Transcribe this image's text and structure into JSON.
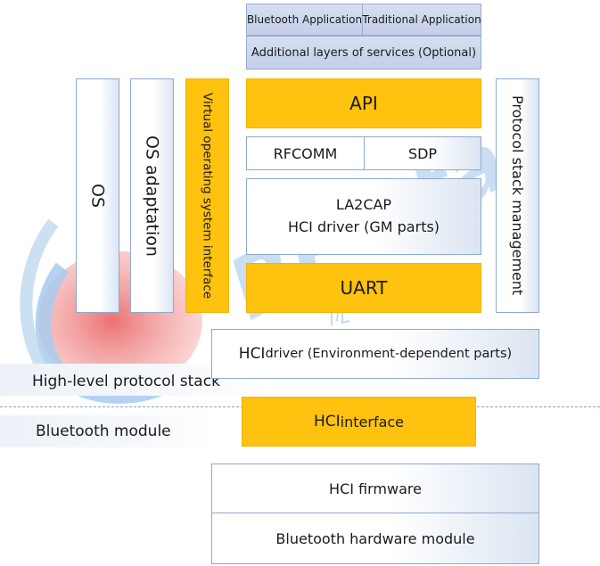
{
  "app_layers": {
    "bluetooth_application": "Bluetooth Application",
    "traditional_application": "Traditional Application",
    "additional_services": "Additional layers of services (Optional)"
  },
  "columns": {
    "os": "OS",
    "os_adaptation": "OS adaptation",
    "virtual_os_interface": "Virtual operating system interface",
    "protocol_stack_management": "Protocol stack management"
  },
  "stack": {
    "api": "API",
    "rfcomm": "RFCOMM",
    "sdp": "SDP",
    "la2cap": "LA2CAP",
    "hci_driver_gm": "HCI driver (GM parts)",
    "uart": "UART",
    "hci_prefix": "HCI",
    "hci_driver_env_rest": " driver (Environment-dependent parts)"
  },
  "bands": {
    "high_level": "High-level protocol stack",
    "bluetooth_module": "Bluetooth module"
  },
  "module": {
    "hci_interface_prefix": "HCI",
    "hci_interface_rest": " interface",
    "hci_firmware": "HCI firmware",
    "bluetooth_hardware_module": "Bluetooth hardware module"
  },
  "watermark": {
    "brand": "RF-star"
  },
  "colors": {
    "accent_gold": "#ffc20e",
    "border_blue": "#8ea9cf",
    "header_lavender": "#c3cfe8",
    "watermark_blue": "#b7d3ee",
    "watermark_red": "#ef7b7b"
  }
}
